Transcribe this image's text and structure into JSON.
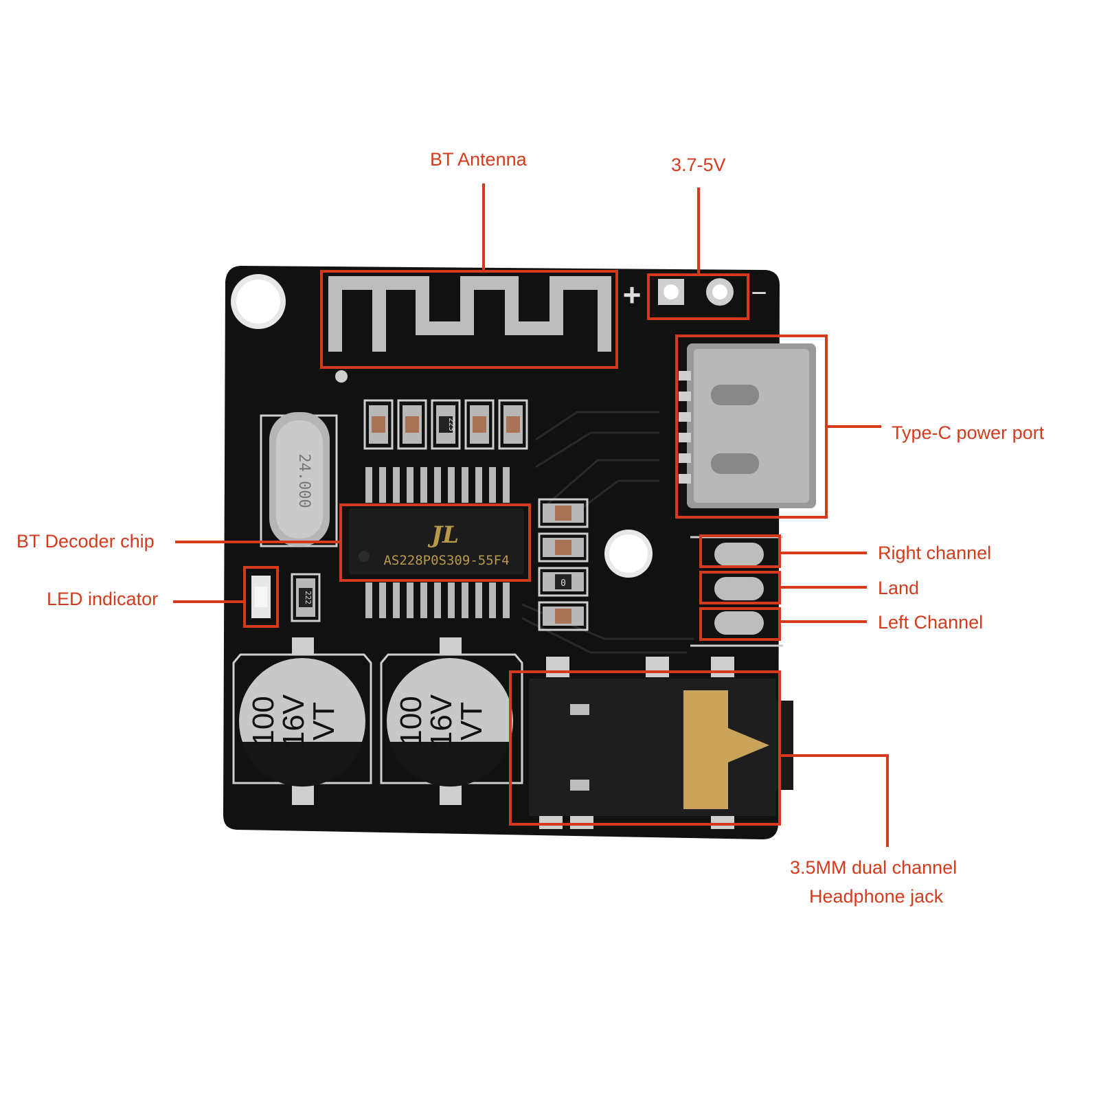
{
  "colors": {
    "accent": "#d63a1c",
    "board": "#111111",
    "silkscreen": "#dcdcdc",
    "copper_silver": "#bdbdbd",
    "gold_contact": "#c9a45a"
  },
  "labels": {
    "bt_antenna": "BT Antenna",
    "power_voltage": "3.7-5V",
    "type_c_port": "Type-C power port",
    "bt_decoder_chip": "BT Decoder chip",
    "led_indicator": "LED indicator",
    "right_channel": "Right channel",
    "land": "Land",
    "left_channel": "Left Channel",
    "headphone_jack_line1": "3.5MM dual channel",
    "headphone_jack_line2": "Headphone jack"
  },
  "board_markings": {
    "plus": "+",
    "minus": "−",
    "crystal": "24.000",
    "chip_logo": "JL",
    "chip_part": "AS228P0S309-55F4",
    "resistor_223": "223",
    "resistor_222": "222",
    "resistor_0": "0",
    "cap1_line1": "100",
    "cap1_line2": "16V",
    "cap1_line3": "VT",
    "cap2_line1": "100",
    "cap2_line2": "16V",
    "cap2_line3": "VT"
  }
}
